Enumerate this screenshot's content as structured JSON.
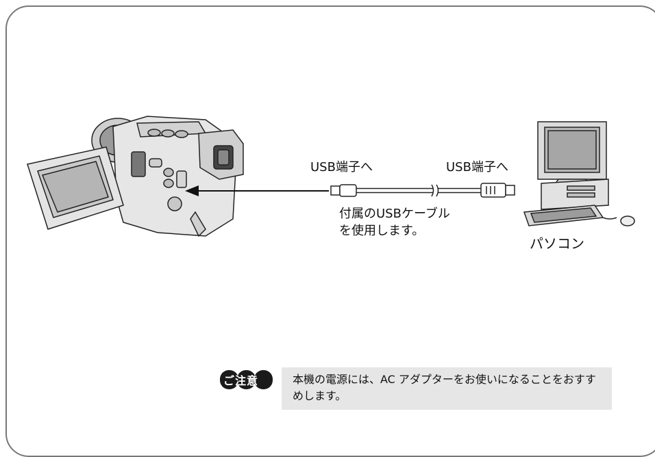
{
  "labels": {
    "usb_left": "USB端子へ",
    "usb_right": "USB端子へ",
    "cable_line1": "付属のUSBケーブル",
    "cable_line2": "を使用します。",
    "pc": "パソコン"
  },
  "note": {
    "badge": "ご注意",
    "text": "本機の電源には、AC アダプターをお使いになることをおすすめします。"
  },
  "icons": [
    "camcorder-illustration",
    "usb-plug-icon",
    "usb-plug-icon",
    "desktop-pc-illustration",
    "arrow-icon"
  ]
}
